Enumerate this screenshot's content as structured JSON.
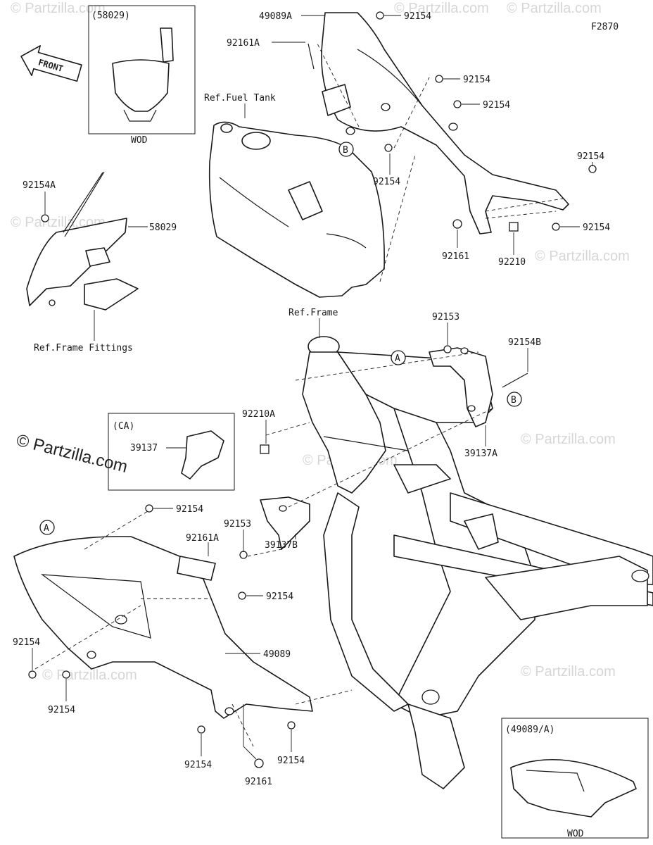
{
  "figure_code": "F2870",
  "copyright": "© Partzilla.com",
  "watermark": "© Partzilla.com",
  "front_arrow": "FRONT",
  "refs": {
    "fuel_tank": "Ref.Fuel Tank",
    "frame": "Ref.Frame",
    "frame_fittings": "Ref.Frame Fittings"
  },
  "insets": {
    "number_plate": {
      "header": "(58029)",
      "footer": "WOD"
    },
    "ca": {
      "header": "(CA)",
      "part": "39137"
    },
    "shroud_variant": {
      "header": "(49089/A)",
      "footer": "WOD"
    }
  },
  "callouts": {
    "a1": "A",
    "a2": "A",
    "b1": "B",
    "b2": "B"
  },
  "labels": {
    "l_49089A": "49089A",
    "l_92154_top": "92154",
    "l_92161A_top": "92161A",
    "l_92154_mid1": "92154",
    "l_92154_mid2": "92154",
    "l_92154_center": "92154",
    "l_92154_right1": "92154",
    "l_92154_right2": "92154",
    "l_92161_right": "92161",
    "l_92210": "92210",
    "l_92154A": "92154A",
    "l_58029": "58029",
    "l_92153_top": "92153",
    "l_92154B": "92154B",
    "l_92210A": "92210A",
    "l_39137A": "39137A",
    "l_92154_lower1": "92154",
    "l_92153_lower": "92153",
    "l_92161A_lower": "92161A",
    "l_39137B": "39137B",
    "l_92154_lower2": "92154",
    "l_49089": "49089",
    "l_92154_left1": "92154",
    "l_92154_left2": "92154",
    "l_92154_bottom1": "92154",
    "l_92154_bottom2": "92154",
    "l_92161_bottom": "92161"
  }
}
